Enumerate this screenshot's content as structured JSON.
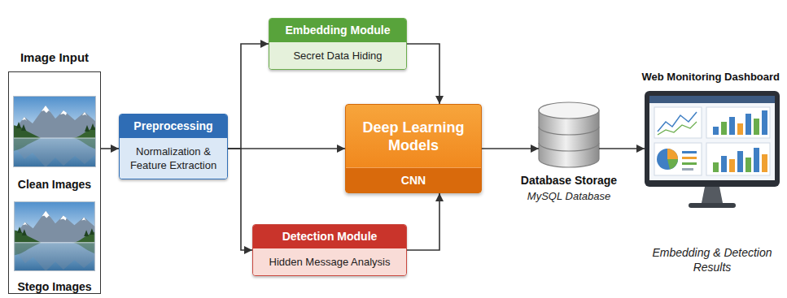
{
  "diagram": {
    "nodes": [
      {
        "text": [
          "Image Input"
        ]
      },
      {
        "text": [
          "Clean Images"
        ],
        "in": 0
      },
      {
        "text": [
          "Stego Images"
        ],
        "in": 0
      },
      {
        "text": [
          "Preprocessing",
          "Normalization & Feature Extraction"
        ]
      },
      {
        "text": [
          "Embedding Module",
          "Secret Data Hiding"
        ]
      },
      {
        "text": [
          "Deep Learning Models",
          "CNN"
        ]
      },
      {
        "text": [
          "Detection Module",
          "Hidden Message Analysis"
        ]
      },
      {
        "text": [
          "Database Storage",
          "MySQL Database"
        ]
      },
      {
        "text": [
          "Web Monitoring Dashboard",
          "Embedding & Detection Results"
        ]
      }
    ],
    "edges": [
      {
        "from": 0,
        "to": 3,
        "arrow": "to"
      },
      {
        "from": 3,
        "to": 4,
        "arrow": "to"
      },
      {
        "from": 3,
        "to": 5,
        "arrow": "to"
      },
      {
        "from": 3,
        "to": 6,
        "arrow": "to"
      },
      {
        "from": 4,
        "to": 5,
        "arrow": "to"
      },
      {
        "from": 6,
        "to": 5,
        "arrow": "to"
      },
      {
        "from": 5,
        "to": 7,
        "arrow": "to"
      },
      {
        "from": 7,
        "to": 8,
        "arrow": "to"
      }
    ]
  }
}
